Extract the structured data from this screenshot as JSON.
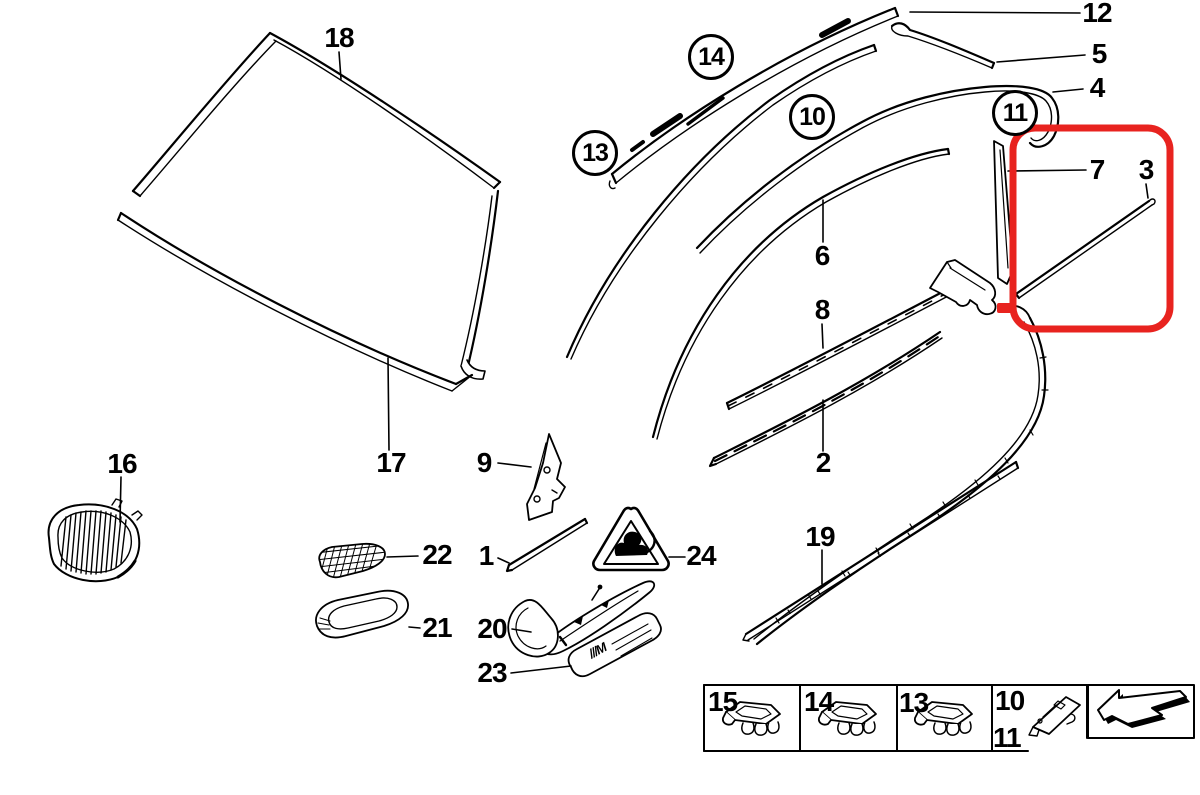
{
  "colors": {
    "highlight": "#e8231f",
    "line": "#000000",
    "background": "#ffffff"
  },
  "labels": {
    "p1": "1",
    "p2": "2",
    "p3": "3",
    "p4": "4",
    "p5": "5",
    "p6": "6",
    "p7": "7",
    "p8": "8",
    "p9": "9",
    "p12": "12",
    "p16": "16",
    "p17": "17",
    "p18": "18",
    "p19": "19",
    "p20": "20",
    "p21": "21",
    "p22": "22",
    "p23": "23",
    "p24": "24"
  },
  "circled": {
    "c10": "10",
    "c11": "11",
    "c13": "13",
    "c14": "14"
  },
  "legend": {
    "cells": [
      {
        "label": "15"
      },
      {
        "label": "14"
      },
      {
        "label": "13"
      },
      {
        "label": "10",
        "label2": "11"
      }
    ]
  },
  "badge": {
    "text": "///M"
  }
}
